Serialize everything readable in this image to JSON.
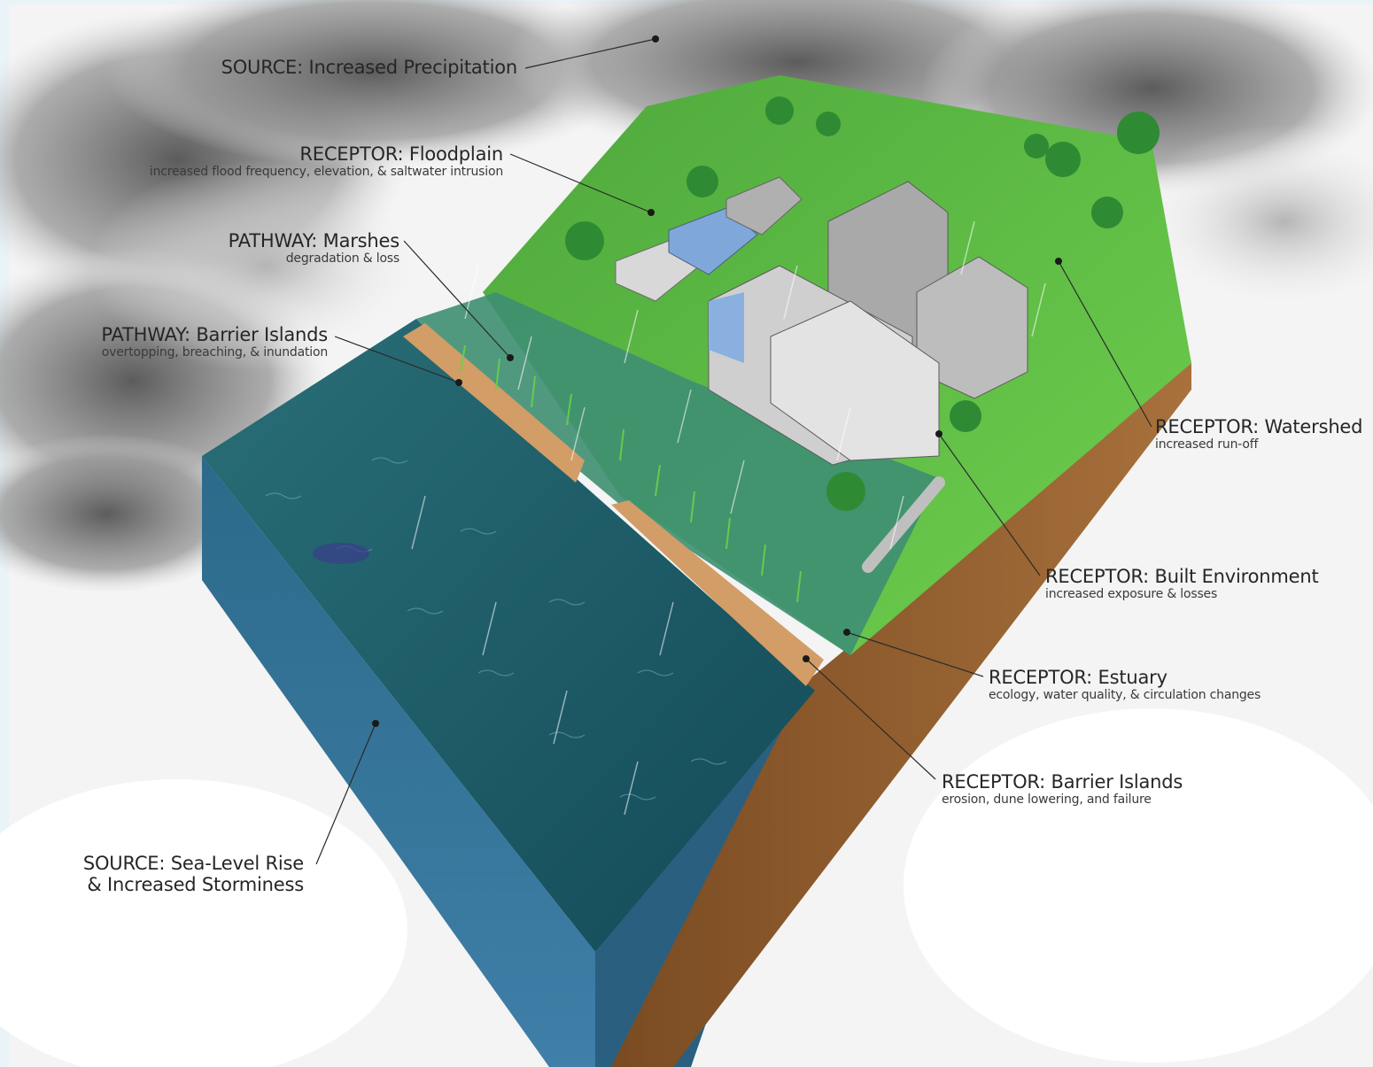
{
  "labels": {
    "source_precip": {
      "title": "SOURCE: Increased Precipitation"
    },
    "floodplain": {
      "title": "RECEPTOR: Floodplain",
      "sub": "increased flood frequency, elevation, & saltwater intrusion"
    },
    "marshes": {
      "title": "PATHWAY: Marshes",
      "sub": "degradation & loss"
    },
    "barrier_pathway": {
      "title": "PATHWAY: Barrier Islands",
      "sub": "overtopping, breaching, & inundation"
    },
    "watershed": {
      "title": "RECEPTOR: Watershed",
      "sub": "increased run-off"
    },
    "built_env": {
      "title": "RECEPTOR: Built Environment",
      "sub": "increased exposure & losses"
    },
    "estuary": {
      "title": "RECEPTOR: Estuary",
      "sub": "ecology, water quality, & circulation changes"
    },
    "barrier_receptor": {
      "title": "RECEPTOR: Barrier Islands",
      "sub": "erosion, dune lowering, and failure"
    },
    "sea_level": {
      "title_line1": "SOURCE: Sea-Level Rise",
      "title_line2": "& Increased Storminess"
    }
  },
  "colors": {
    "ocean_top": "#1f5f73",
    "ocean_side": "#2f6f95",
    "land": "#5cbf45",
    "soil": "#8b5a2b",
    "sand": "#d7a36c",
    "marsh": "#3e9a64",
    "cloud": "#6e6e6e",
    "leader": "#2a2a2a"
  }
}
